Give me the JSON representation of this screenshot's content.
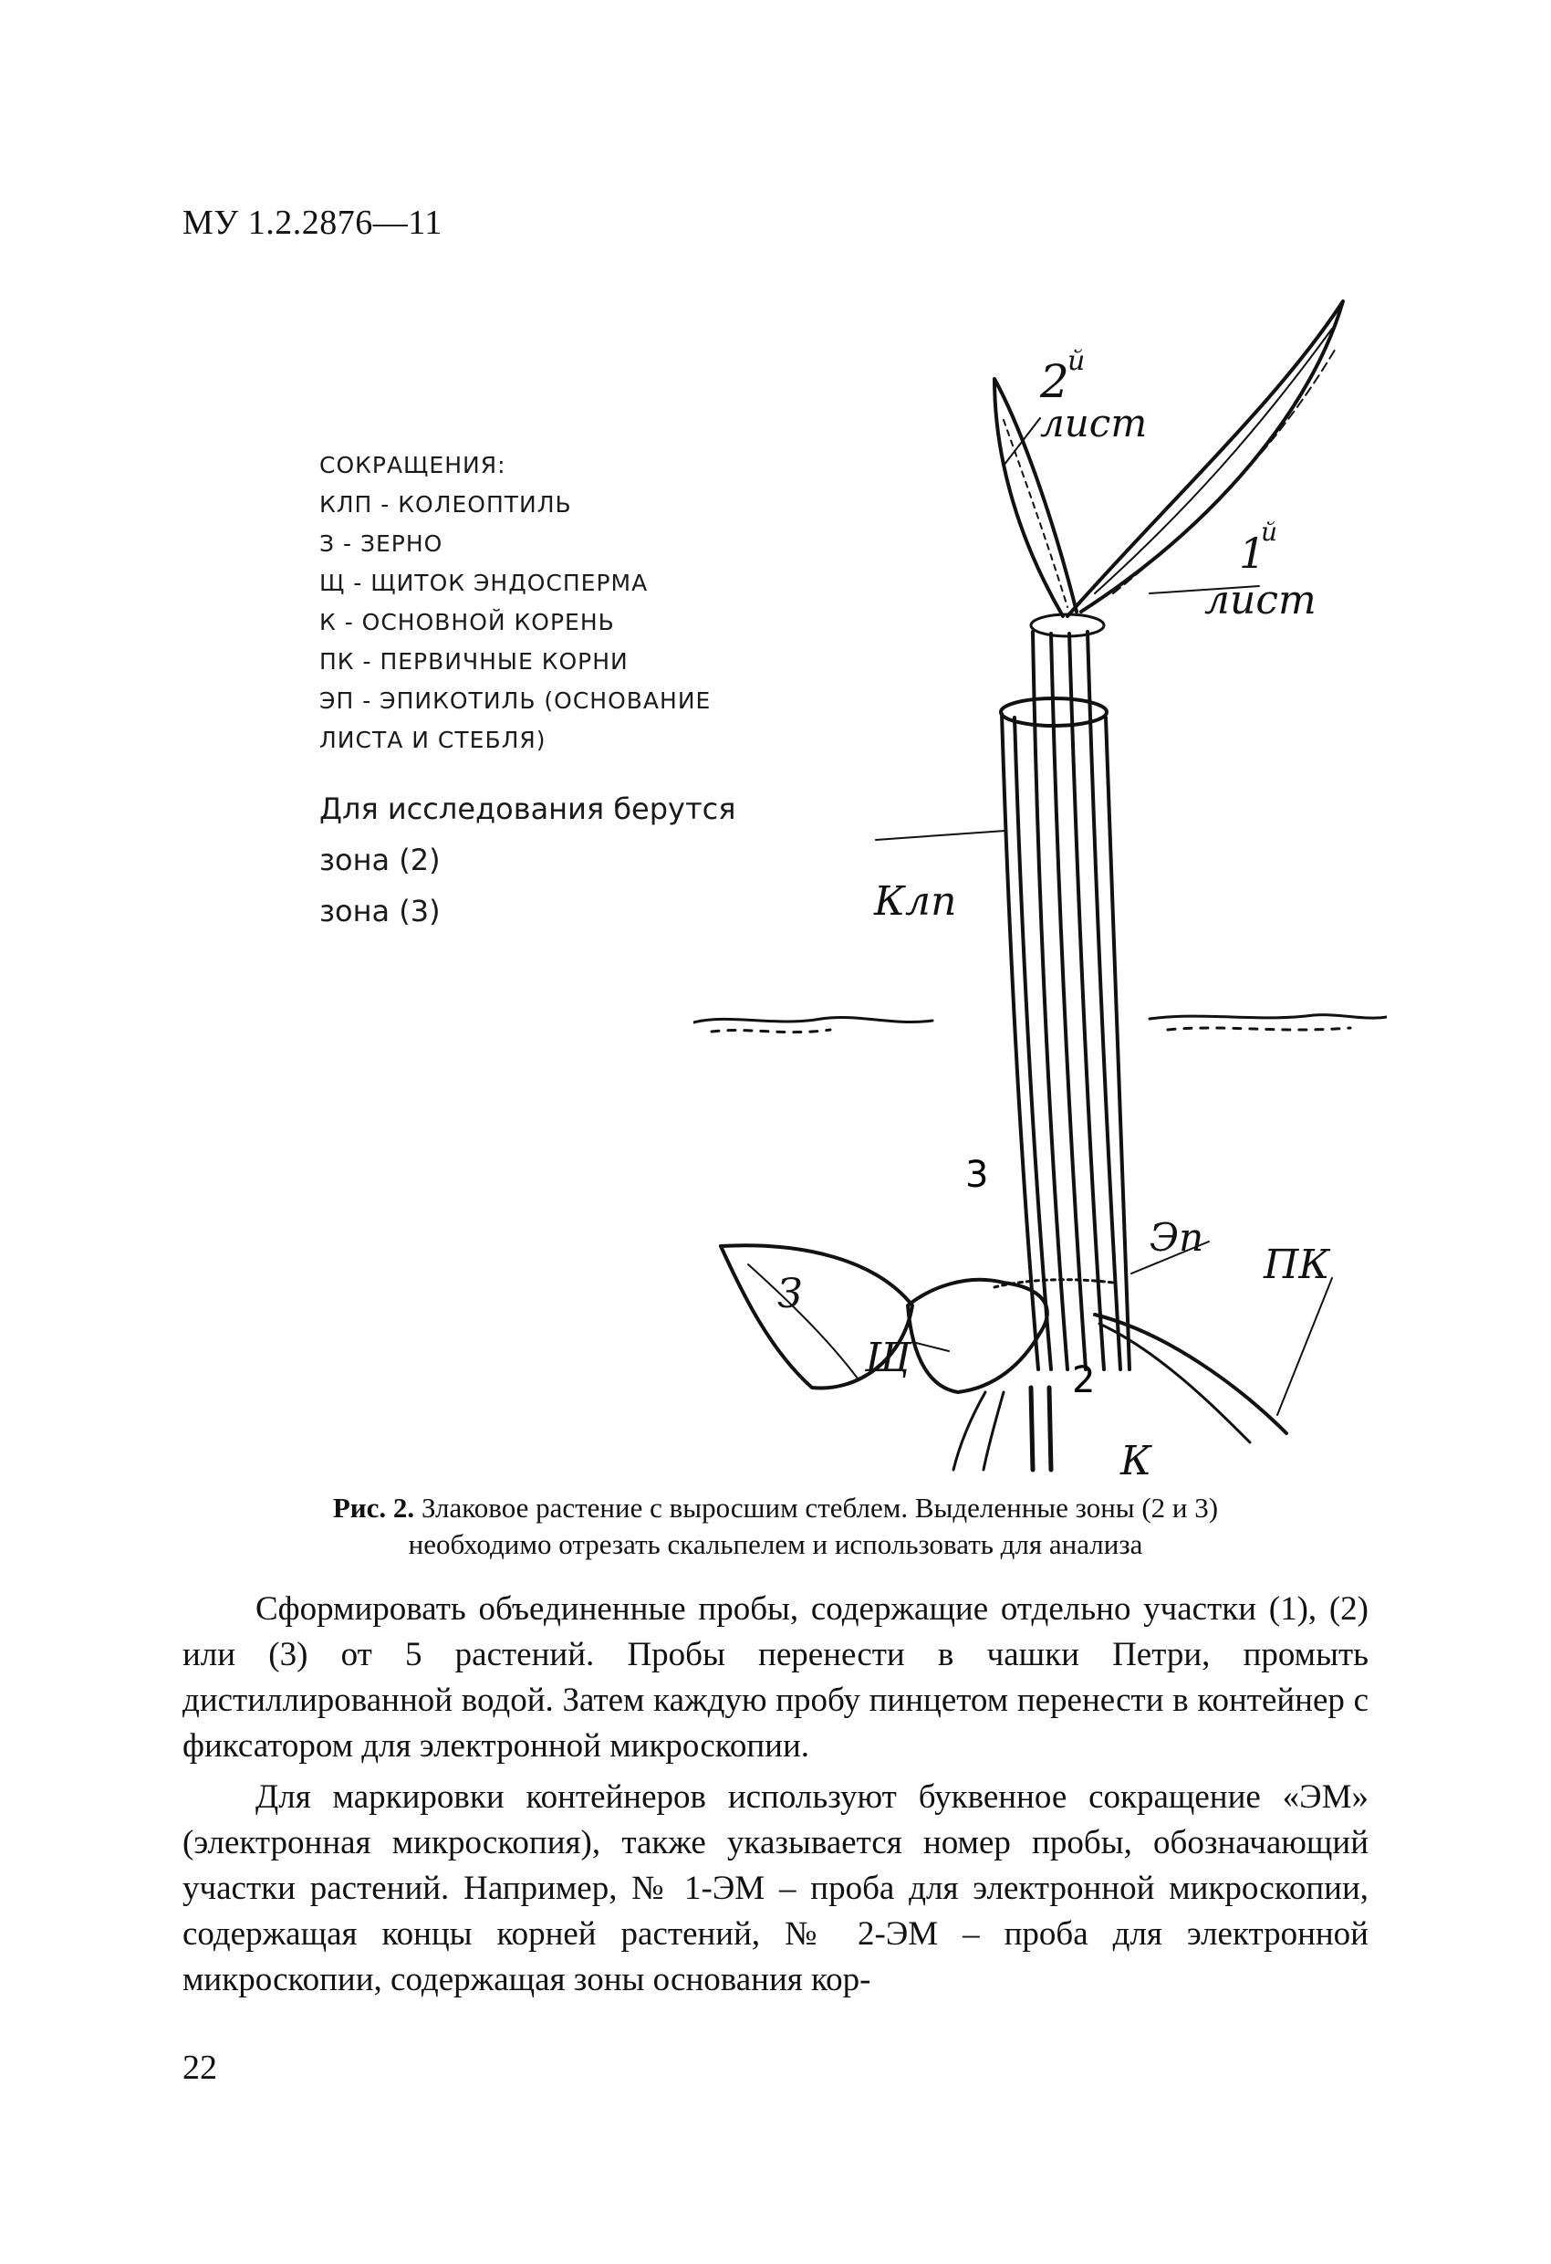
{
  "header": {
    "doc_code": "МУ 1.2.2876—11"
  },
  "legend": {
    "title": "СОКРАЩЕНИЯ:",
    "items": [
      "КЛП - КОЛЕОПТИЛЬ",
      "З - ЗЕРНО",
      "Щ - ЩИТОК ЭНДОСПЕРМА",
      "К - ОСНОВНОЙ КОРЕНЬ",
      "ПК - ПЕРВИЧНЫЕ КОРНИ",
      "ЭП - ЭПИКОТИЛЬ (ОСНОВАНИЕ",
      "ЛИСТА И СТЕБЛЯ)"
    ],
    "study_title": "Для исследования берутся",
    "zones": [
      "зона (2)",
      "зона (3)"
    ]
  },
  "figure": {
    "labels": {
      "leaf2_num": "2",
      "leaf2_sup": "й",
      "leaf2_word": "лист",
      "leaf1_num": "1",
      "leaf1_sup": "й",
      "leaf1_word": "лист",
      "coleoptile": "Клп",
      "zone3": "3",
      "epicotyl": "Эп",
      "primary_roots": "ПК",
      "grain": "З",
      "scutellum": "Щ",
      "zone2": "2",
      "main_root": "К"
    }
  },
  "caption": {
    "label": "Рис. 2.",
    "line1": "Злаковое растение с выросшим стеблем. Выделенные зоны (2 и 3)",
    "line2": "необходимо отрезать скальпелем и использовать для анализа"
  },
  "body": {
    "paragraphs": [
      "Сформировать объединенные пробы, содержащие отдельно участки (1), (2) или (3) от 5 растений. Пробы перенести в чашки Петри, промыть дистиллированной водой. Затем каждую пробу пинцетом перенести в контейнер с фиксатором для электронной микроскопии.",
      "Для маркировки контейнеров используют буквенное сокращение «ЭМ» (электронная микроскопия), также указывается номер пробы, обозначающий участки растений. Например, № 1-ЭМ – проба для электронной микроскопии, содержащая концы корней растений, № 2-ЭМ – проба для электронной микроскопии, содержащая зоны основания кор-"
    ]
  },
  "footer": {
    "page_number": "22"
  }
}
